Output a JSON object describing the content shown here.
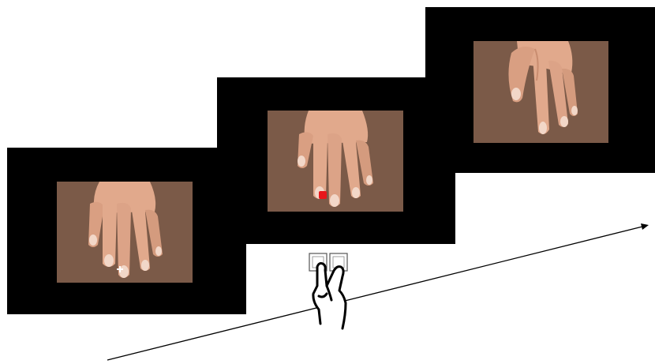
{
  "colors": {
    "background": "#ffffff",
    "screen": "#000000",
    "photo_background": "#7b5a48",
    "skin": "#e1a98c",
    "skin_shadow": "#c98d70",
    "nail": "#f2d7c8",
    "fixation_cross": "#ffffff",
    "cue_dot": "#e8171b",
    "timeline_arrow": "#000000"
  },
  "icons": {
    "hand": "two-finger-hand-icon",
    "response_keys": "response-key-icon"
  },
  "frames": [
    {
      "name": "fixation-frame",
      "stimulus": "fixation_cross"
    },
    {
      "name": "cue-frame",
      "stimulus": "red_dot"
    },
    {
      "name": "movement-frame",
      "stimulus": "index_finger_lifted"
    }
  ]
}
